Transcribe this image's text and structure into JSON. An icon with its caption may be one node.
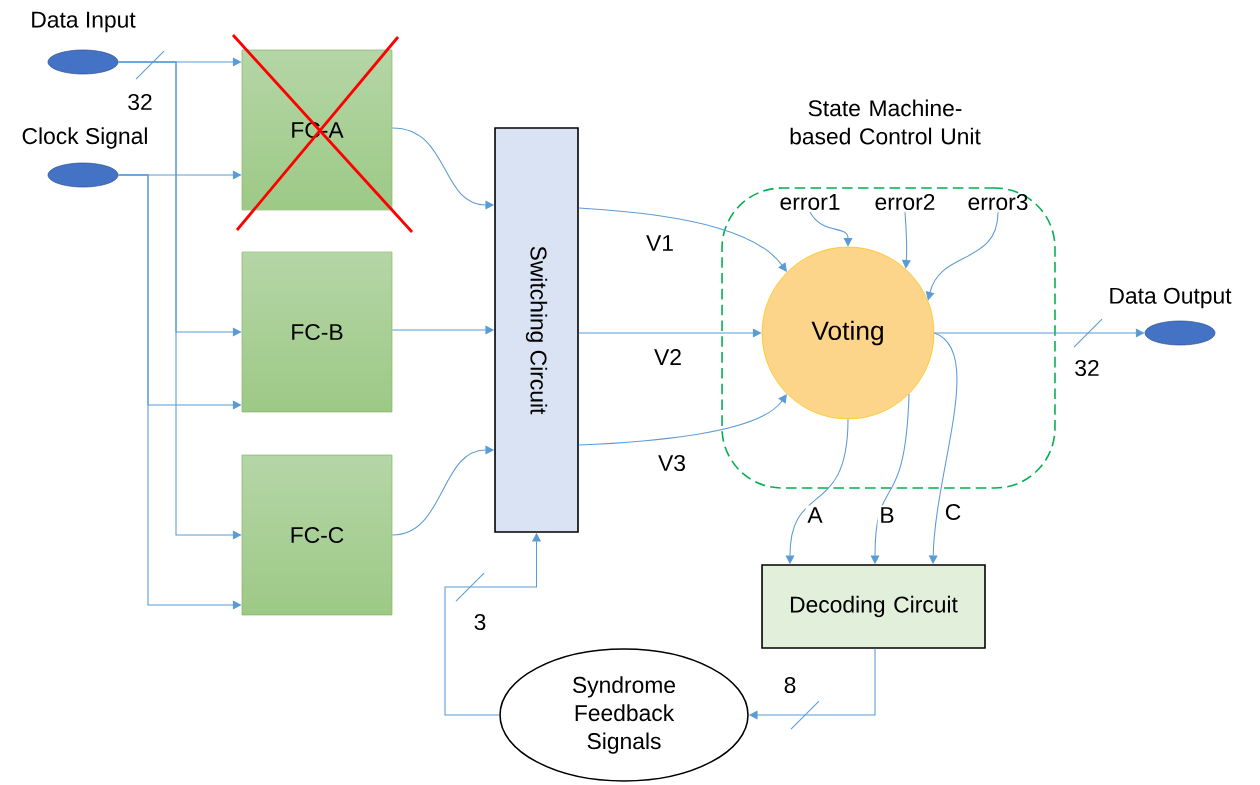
{
  "diagram": {
    "nodes": [
      {
        "text": [
          "Data Input"
        ]
      },
      {
        "text": [
          "Clock Signal"
        ]
      },
      {
        "text": [
          "FC-A"
        ]
      },
      {
        "text": [
          "FC-B"
        ]
      },
      {
        "text": [
          "FC-C"
        ]
      },
      {
        "text": [
          "Switching Circuit"
        ]
      },
      {
        "text": [
          "State Machine-based Control Unit"
        ]
      },
      {
        "text": [
          "Voting"
        ],
        "in": 6
      },
      {
        "text": [
          "error1"
        ],
        "in": 6
      },
      {
        "text": [
          "error2"
        ],
        "in": 6
      },
      {
        "text": [
          "error3"
        ],
        "in": 6
      },
      {
        "text": [
          "Data Output"
        ]
      },
      {
        "text": [
          "Decoding Circuit"
        ]
      },
      {
        "text": [
          "Syndrome Feedback Signals"
        ]
      }
    ],
    "edges": [
      {
        "from": 0,
        "to": 2,
        "arrow": "to",
        "label": "32"
      },
      {
        "from": 0,
        "to": 3,
        "arrow": "to"
      },
      {
        "from": 0,
        "to": 4,
        "arrow": "to"
      },
      {
        "from": 1,
        "to": 2,
        "arrow": "to"
      },
      {
        "from": 1,
        "to": 3,
        "arrow": "to"
      },
      {
        "from": 1,
        "to": 4,
        "arrow": "to"
      },
      {
        "from": 2,
        "to": 5,
        "arrow": "to"
      },
      {
        "from": 3,
        "to": 5,
        "arrow": "to"
      },
      {
        "from": 4,
        "to": 5,
        "arrow": "to"
      },
      {
        "from": 5,
        "to": 7,
        "arrow": "to",
        "label": "V1"
      },
      {
        "from": 5,
        "to": 7,
        "arrow": "to",
        "label": "V2"
      },
      {
        "from": 5,
        "to": 7,
        "arrow": "to",
        "label": "V3"
      },
      {
        "from": 8,
        "to": 7,
        "arrow": "to"
      },
      {
        "from": 9,
        "to": 7,
        "arrow": "to"
      },
      {
        "from": 10,
        "to": 7,
        "arrow": "to"
      },
      {
        "from": 7,
        "to": 11,
        "arrow": "to",
        "label": "32"
      },
      {
        "from": 7,
        "to": 12,
        "arrow": "to",
        "label": "A"
      },
      {
        "from": 7,
        "to": 12,
        "arrow": "to",
        "label": "B"
      },
      {
        "from": 7,
        "to": 12,
        "arrow": "to",
        "label": "C"
      },
      {
        "from": 12,
        "to": 13,
        "arrow": "to",
        "label": "8"
      },
      {
        "from": 13,
        "to": 5,
        "arrow": "to",
        "label": "3"
      }
    ]
  }
}
